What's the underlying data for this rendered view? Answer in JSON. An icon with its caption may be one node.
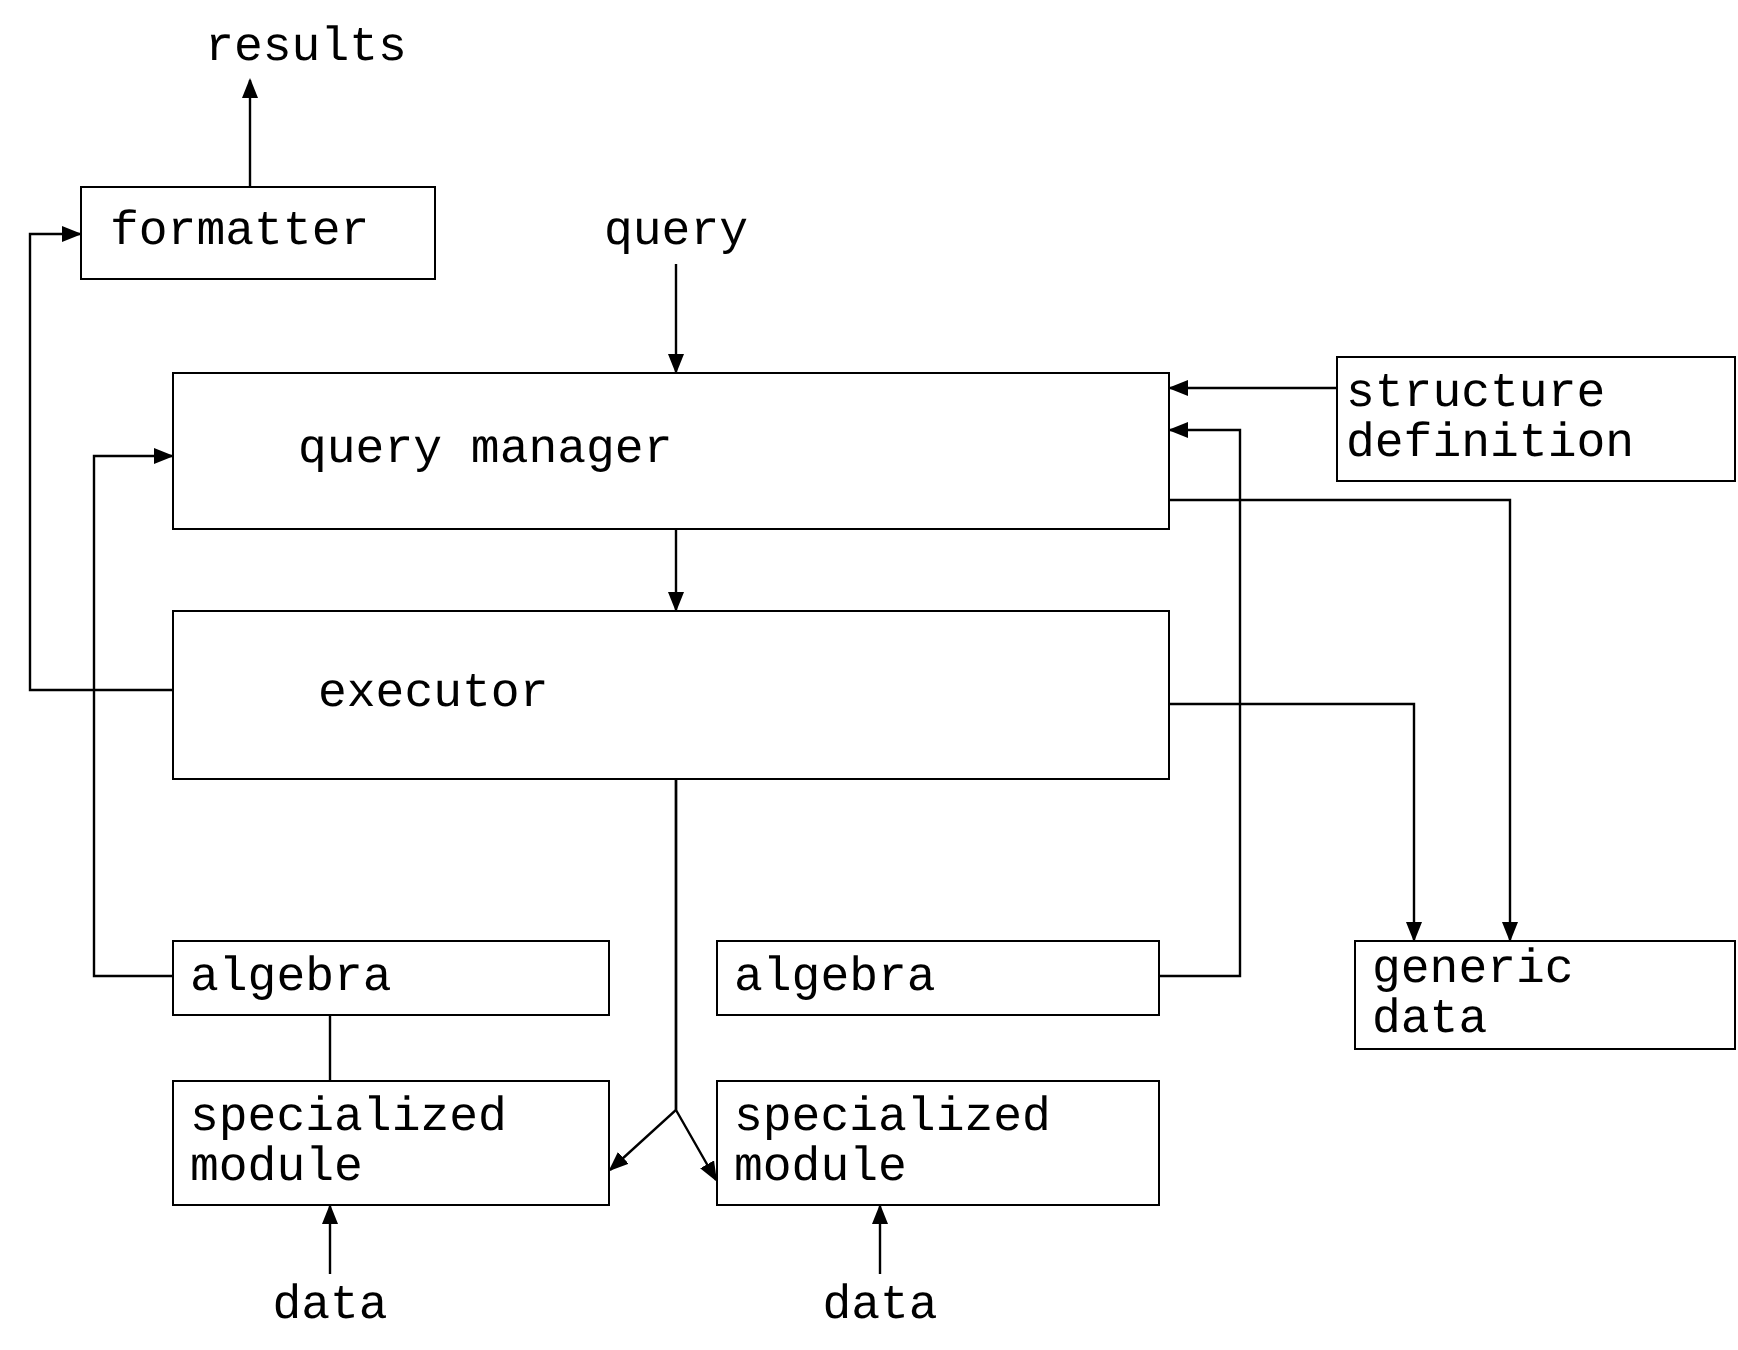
{
  "diagram": {
    "nodes": [
      {
        "text": [
          "results"
        ]
      },
      {
        "text": [
          "formatter"
        ]
      },
      {
        "text": [
          "query"
        ]
      },
      {
        "text": [
          "query manager"
        ]
      },
      {
        "text": [
          "structure definition"
        ]
      },
      {
        "text": [
          "executor"
        ]
      },
      {
        "text": [
          "algebra"
        ]
      },
      {
        "text": [
          "algebra"
        ]
      },
      {
        "text": [
          "generic data"
        ]
      },
      {
        "text": [
          "specialized module"
        ]
      },
      {
        "text": [
          "specialized module"
        ]
      },
      {
        "text": [
          "data"
        ]
      },
      {
        "text": [
          "data"
        ]
      }
    ],
    "edges": [
      {
        "from": 1,
        "to": 0,
        "arrow": "to"
      },
      {
        "from": 2,
        "to": 3,
        "arrow": "to"
      },
      {
        "from": 4,
        "to": 3,
        "arrow": "to"
      },
      {
        "from": 7,
        "to": 3,
        "arrow": "to"
      },
      {
        "from": 6,
        "to": 3,
        "arrow": "to"
      },
      {
        "from": 3,
        "to": 5,
        "arrow": "to"
      },
      {
        "from": 5,
        "to": 1,
        "arrow": "to"
      },
      {
        "from": 3,
        "to": 8,
        "arrow": "to"
      },
      {
        "from": 5,
        "to": 8,
        "arrow": "to"
      },
      {
        "from": 6,
        "to": 9,
        "arrow": "none"
      },
      {
        "from": 5,
        "to": 9,
        "arrow": "to"
      },
      {
        "from": 5,
        "to": 10,
        "arrow": "to"
      },
      {
        "from": 11,
        "to": 9,
        "arrow": "to"
      },
      {
        "from": 12,
        "to": 10,
        "arrow": "to"
      }
    ]
  }
}
